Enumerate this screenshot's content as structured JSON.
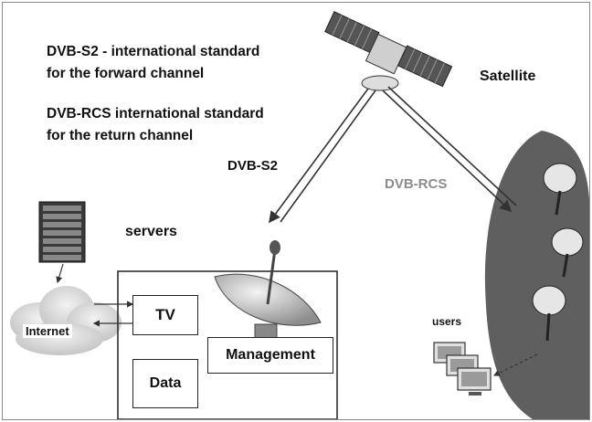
{
  "texts": {
    "std1_line1": "DVB-S2 - international standard",
    "std1_line2": "for the forward channel",
    "std2_line1": "DVB-RCS international standard",
    "std2_line2": "for the return channel",
    "satellite": "Satellite",
    "dvb_s2": "DVB-S2",
    "dvb_rcs": "DVB-RCS",
    "servers": "servers",
    "internet": "Internet",
    "tv": "TV",
    "management": "Management",
    "data": "Data",
    "users": "users"
  },
  "colors": {
    "text": "#111111",
    "dvb_rcs_text": "#8c8c8c",
    "user_dish_panel": "#5f5f5f",
    "cloud": "#d8d8d8"
  },
  "icons": [
    "satellite-icon",
    "server-rack-icon",
    "cloud-icon",
    "satellite-dish-icon",
    "user-dish-icon",
    "computer-icon"
  ]
}
